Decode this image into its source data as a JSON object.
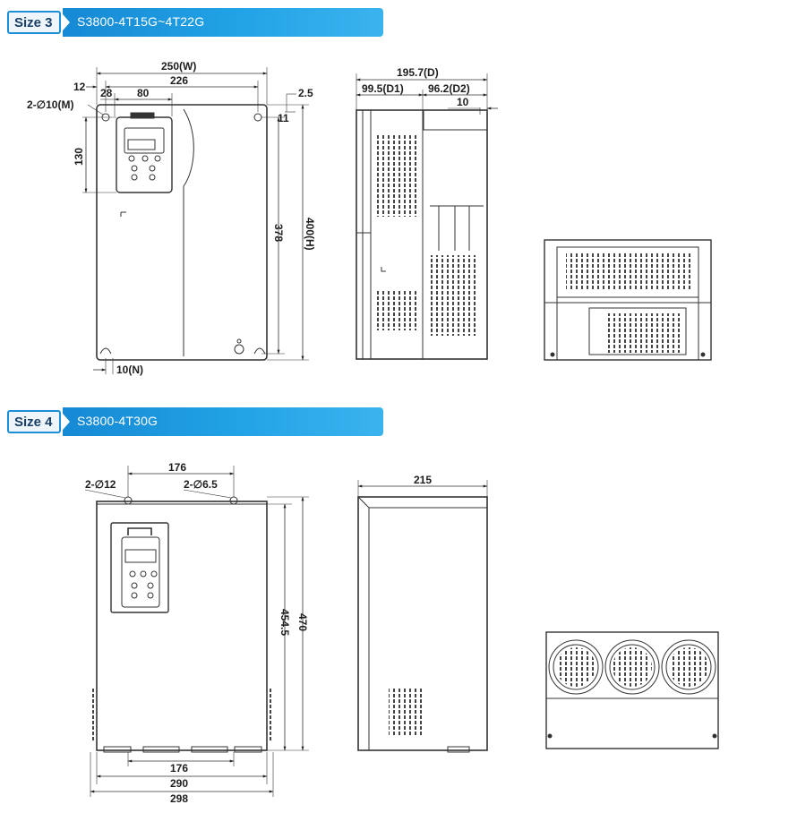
{
  "size3": {
    "tag": "Size 3",
    "title": "S3800-4T15G~4T22G",
    "dims": {
      "w": "250(W)",
      "w226": "226",
      "d12": "12",
      "d28": "28",
      "d80": "80",
      "hole": "2-∅10(M)",
      "d130": "130",
      "d378": "378",
      "h": "400(H)",
      "d25": "2.5",
      "d11": "11",
      "n10": "10(N)",
      "depth": "195.7(D)",
      "d1": "99.5(D1)",
      "d2": "96.2(D2)",
      "d10": "10"
    }
  },
  "size4": {
    "tag": "Size 4",
    "title": "S3800-4T30G",
    "dims": {
      "top176": "176",
      "hole12": "2-∅12",
      "hole65": "2-∅6.5",
      "h4545": "454.5",
      "h470": "470",
      "bot176": "176",
      "w290": "290",
      "w298": "298",
      "depth215": "215"
    }
  },
  "colors": {
    "banner": "#1d8fd8",
    "line": "#333333"
  }
}
